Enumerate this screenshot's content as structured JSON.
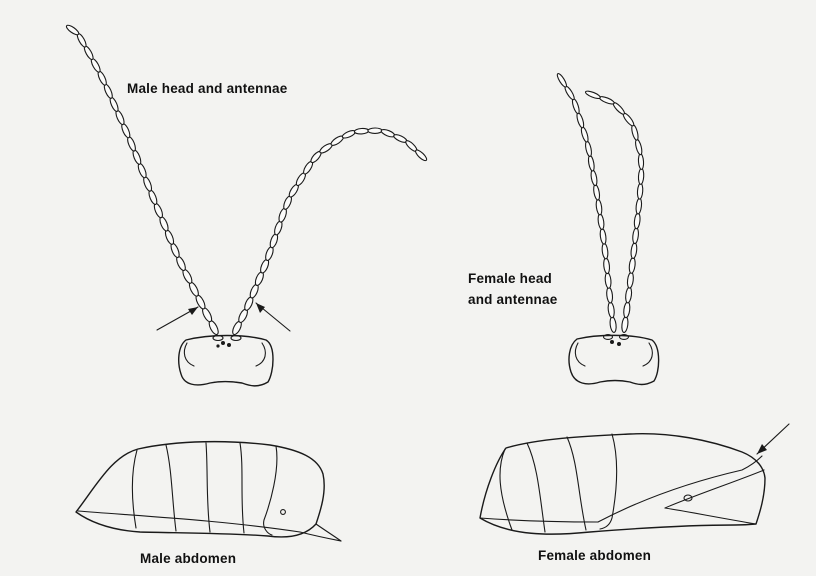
{
  "labels": {
    "male_head": "Male head and antennae",
    "female_head_line1": "Female head",
    "female_head_line2": "and antennae",
    "male_abdomen": "Male abdomen",
    "female_abdomen": "Female abdomen"
  }
}
